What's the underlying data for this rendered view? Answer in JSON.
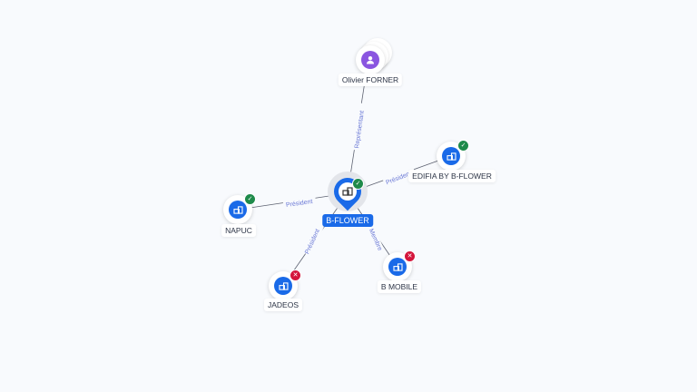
{
  "center": {
    "name": "B-FLOWER",
    "icon": "building-icon",
    "status": "active"
  },
  "nodes": [
    {
      "id": "olivier",
      "name": "Olivier FORNER",
      "type": "person",
      "icon": "person-icon",
      "status": null,
      "relation": "Représentant"
    },
    {
      "id": "edifia",
      "name": "EDIFIA BY B-FLOWER",
      "type": "company",
      "icon": "building-icon",
      "status": "active",
      "relation": "Président"
    },
    {
      "id": "napuc",
      "name": "NAPUC",
      "type": "company",
      "icon": "building-icon",
      "status": "active",
      "relation": "Président"
    },
    {
      "id": "jadeos",
      "name": "JADEOS",
      "type": "company",
      "icon": "building-icon",
      "status": "closed",
      "relation": "Président"
    },
    {
      "id": "bmobile",
      "name": "B MOBILE",
      "type": "company",
      "icon": "building-icon",
      "status": "closed",
      "relation": "Membre"
    }
  ],
  "colors": {
    "accent": "#1a6ae8",
    "person": "#8a55e0",
    "active": "#1e8a4a",
    "closed": "#d4163c",
    "edge_label": "#6b79d6"
  }
}
